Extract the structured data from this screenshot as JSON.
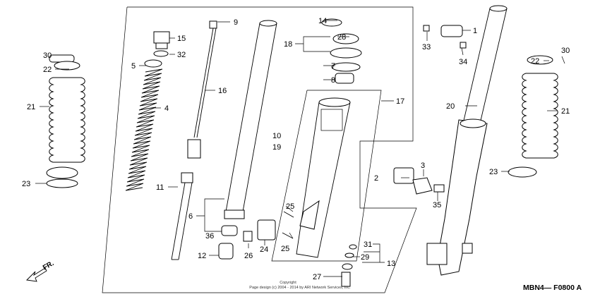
{
  "callouts": [
    "9",
    "14",
    "1",
    "15",
    "28",
    "18",
    "33",
    "30",
    "32",
    "30",
    "22",
    "5",
    "7",
    "34",
    "22",
    "16",
    "8",
    "17",
    "21",
    "4",
    "20",
    "21",
    "10",
    "19",
    "3",
    "2",
    "23",
    "23",
    "11",
    "25",
    "35",
    "6",
    "36",
    "25",
    "31",
    "12",
    "26",
    "24",
    "29",
    "13",
    "27"
  ],
  "diagram_code": "MBN4— F0800 A",
  "direction_label": "FR.",
  "copyright": [
    "Copyright",
    "Page design (c) 2004 - 2014 by ARI Network Services, Inc."
  ]
}
